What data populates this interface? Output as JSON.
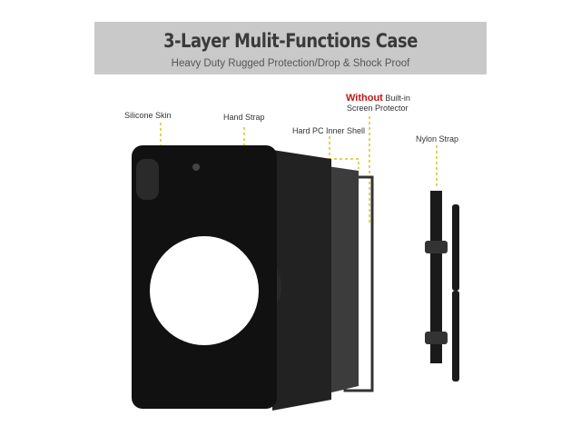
{
  "banner": {
    "title": "3-Layer Mulit-Functions Case",
    "subtitle": "Heavy Duty Rugged Protection/Drop & Shock Proof"
  },
  "labels": {
    "silicone_skin": "Silicone Skin",
    "hand_strap": "Hand Strap",
    "hard_pc_shell": "Hard PC Inner Shell",
    "without": "Without",
    "built_in": "Built-in",
    "screen_protector": "Screen Protector",
    "nylon_strap": "Nylon Strap"
  },
  "colors": {
    "banner": "#c9c9c9",
    "accent_red": "#c0171c",
    "leader_line": "#e0c020"
  }
}
